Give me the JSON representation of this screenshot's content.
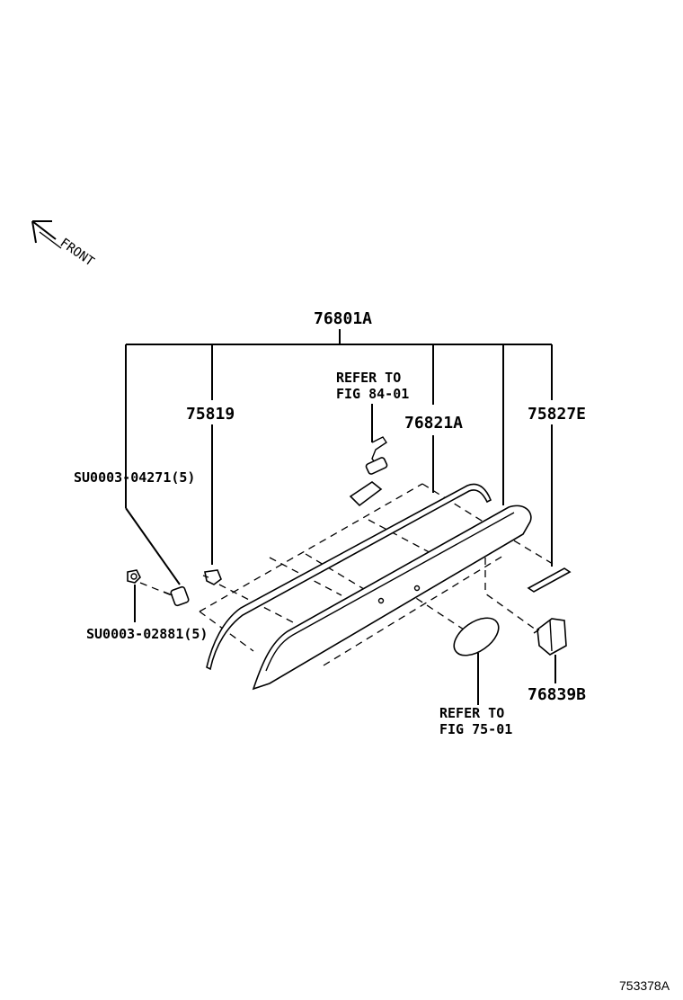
{
  "front_indicator": {
    "text": "FRONT",
    "icon": "front-arrow-icon"
  },
  "parts": {
    "main_assembly": "76801A",
    "clip_upper": "75819",
    "screw_upper": "SU0003-04271(5)",
    "screw_lower": "SU0003-02881(5)",
    "garnish": "76821A",
    "strip": "75827E",
    "cap": "76839B"
  },
  "references": {
    "ref_84_line1": "REFER TO",
    "ref_84_line2": "FIG 84-01",
    "ref_75_line1": "REFER TO",
    "ref_75_line2": "FIG 75-01"
  },
  "figure_id": "753378A"
}
